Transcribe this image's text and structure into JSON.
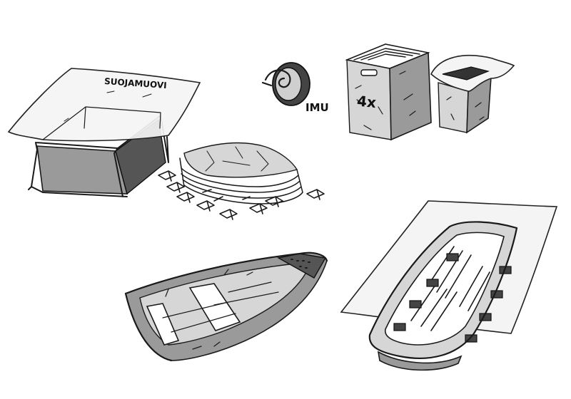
{
  "labels": {
    "cover_sheet": "SUOJAMUOVI",
    "pump_label": "IMU",
    "box_count": "4x"
  },
  "colors": {
    "ink": "#1a1a1a",
    "shade": "#9a9a9a",
    "paper": "#ffffff"
  }
}
